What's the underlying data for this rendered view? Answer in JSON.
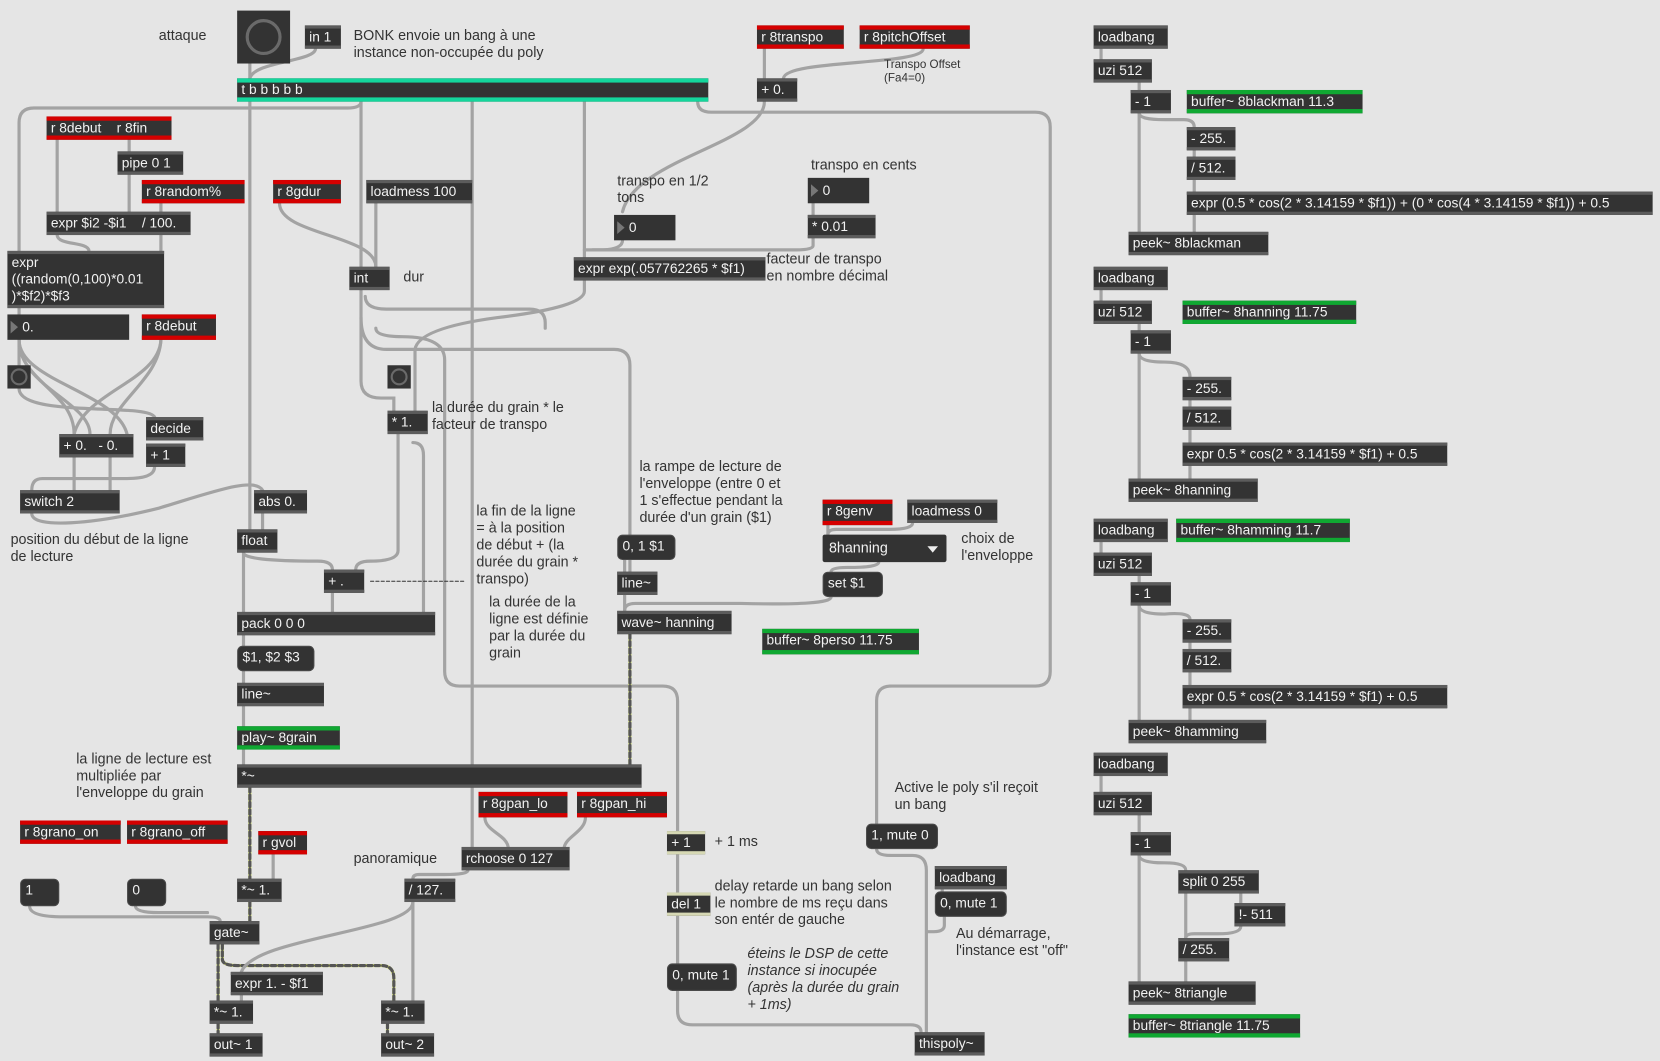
{
  "objects": {
    "in1": "in 1",
    "t_main": "t b b b b b",
    "r_transpo": "r 8transpo",
    "r_pitchoffset": "r 8pitchOffset",
    "plus0": "+ 0.",
    "r_debut_fin": "r 8debut    r 8fin",
    "pipe": "pipe 0 1",
    "r_random": "r 8random%",
    "r_gdur": "r 8gdur",
    "loadmess100": "loadmess 100",
    "expr_diff": "expr $i2 -$i1    / 100.",
    "expr_random": "expr\n((random(0,100)*0.01\n)*$f2)*$f3",
    "int": "int",
    "num_pos": "0.",
    "r_debut2": "r 8debut",
    "decide": "decide",
    "plusminus": "+ 0.   - 0.",
    "plus1_decide": "+ 1",
    "switch2": "switch 2",
    "abs0": "abs 0.",
    "float": "float",
    "plus_dot": "+ .",
    "pack": "pack 0 0 0",
    "msg_pack": "$1, $2 $3",
    "line_main": "line~",
    "play": "play~ 8grain",
    "mul_sig": "*~",
    "r_grano_on": "r 8grano_on",
    "r_grano_off": "r 8grano_off",
    "r_gvol": "r gvol",
    "msg_1": "1",
    "msg_0": "0",
    "mul_gvol": "*~ 1.",
    "gate": "gate~",
    "expr_pan": "expr 1. - $f1",
    "mul_left": "*~ 1.",
    "out1": "out~ 1",
    "mul_right": "*~ 1.",
    "out2": "out~ 2",
    "r_gpan_lo": "r 8gpan_lo",
    "r_gpan_hi": "r 8gpan_hi",
    "rchoose": "rchoose 0 127",
    "div127": "/ 127.",
    "mul_transpo": "* 1.",
    "expr_exp": "expr exp(.057762265 * $f1)",
    "num_semitones": "0",
    "num_cents": "0",
    "mul_cents": "* 0.01",
    "msg_ramp": "0, 1 $1",
    "line_env": "line~",
    "wave": "wave~ hanning",
    "r_genv": "r 8genv",
    "loadmess0": "loadmess 0",
    "menu_env": "8hanning",
    "msg_set": "set $1",
    "buffer_perso": "buffer~ 8perso 11.75",
    "msg_mute0": "1, mute 0",
    "plus1_ms": "+ 1",
    "del1": "del 1",
    "msg_mute1": "0, mute 1",
    "loadbang_poly": "loadbang",
    "msg_mute1_init": "0, mute 1",
    "thispoly": "thispoly~"
  },
  "windows": [
    {
      "loadbang": "loadbang",
      "uzi": "uzi 512",
      "minus1": "- 1",
      "buffer": "buffer~ 8blackman 11.3",
      "minus255": "- 255.",
      "div512": "/ 512.",
      "expr": "expr (0.5 * cos(2 * 3.14159 * $f1)) + (0 * cos(4 * 3.14159 * $f1)) + 0.5",
      "peek": "peek~ 8blackman"
    },
    {
      "loadbang": "loadbang",
      "uzi": "uzi 512",
      "minus1": "- 1",
      "buffer": "buffer~ 8hanning 11.75",
      "minus255": "- 255.",
      "div512": "/ 512.",
      "expr": "expr 0.5 * cos(2 * 3.14159 * $f1) + 0.5",
      "peek": "peek~ 8hanning"
    },
    {
      "loadbang": "loadbang",
      "uzi": "uzi 512",
      "minus1": "- 1",
      "buffer": "buffer~ 8hamming 11.7",
      "minus255": "- 255.",
      "div512": "/ 512.",
      "expr": "expr 0.5 * cos(2 * 3.14159 * $f1) + 0.5",
      "peek": "peek~ 8hamming"
    },
    {
      "loadbang": "loadbang",
      "uzi": "uzi 512",
      "minus1": "- 1",
      "split": "split 0 255",
      "rminus": "!- 511",
      "div255": "/ 255.",
      "peek": "peek~ 8triangle",
      "buffer": "buffer~ 8triangle 11.75"
    }
  ],
  "comments": {
    "attaque": "attaque",
    "bonk": "BONK envoie un bang à une\ninstance non-occupée du poly",
    "transpo_offset": "Transpo Offset\n(Fa4=0)",
    "dur": "dur",
    "transpo_semitones": "transpo en 1/2\ntons",
    "transpo_cents": "transpo en cents",
    "facteur": "facteur de transpo\nen nombre décimal",
    "duree_grain": "la durée du grain * le\nfacteur de transpo",
    "position_debut": "position du début de la ligne\nde lecture",
    "fin_ligne": "la fin de la ligne\n= à la position\nde début + (la\ndurée du grain *\ntranspo)",
    "duree_ligne": "la durée de la\nligne est définie\npar la durée du\ngrain",
    "rampe": "la rampe de lecture de\nl'enveloppe (entre 0 et\n1 s'effectue pendant la\ndurée d'un grain ($1)",
    "choix_env": "choix de\nl'enveloppe",
    "ligne_lecture": "la ligne de lecture est\nmultipliée par\nl'enveloppe du grain",
    "panoramique": "panoramique",
    "active_poly": "Active le poly s'il reçoit\nun bang",
    "plus1ms": "+ 1 ms",
    "delay": "delay retarde un bang selon\nle nombre de ms reçu dans\nson entér de gauche",
    "eteins": "éteins le DSP de cette\ninstance si inocupée\n(après la durée du grain\n+ 1ms)",
    "demarrage": "Au démarrage,\nl'instance est \"off\""
  },
  "colors": {
    "background": "#e5e5e5",
    "object": "#333333",
    "receive_accent": "#d50000",
    "buffer_accent": "#10a832",
    "trigger_accent": "#14d69c"
  }
}
